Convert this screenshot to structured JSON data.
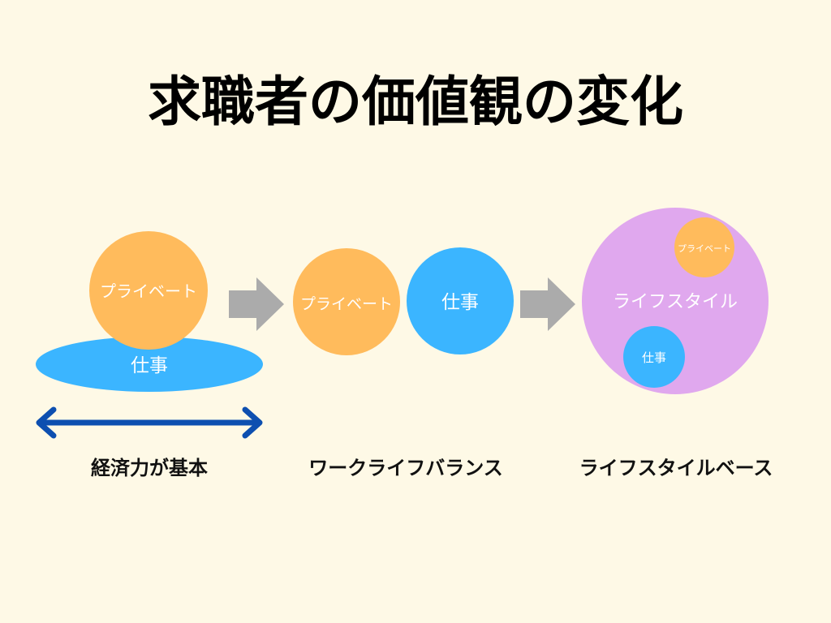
{
  "title": "求職者の価値観の変化",
  "stages": [
    {
      "private": "プライベート",
      "work": "仕事",
      "caption": "経済力が基本"
    },
    {
      "private": "プライベート",
      "work": "仕事",
      "caption": "ワークライフバランス"
    },
    {
      "lifestyle": "ライフスタイル",
      "private": "プライベート",
      "work": "仕事",
      "caption": "ライフスタイルベース"
    }
  ],
  "colors": {
    "background": "#FEF9E6",
    "private": "#FFBB5C",
    "work": "#3BB5FF",
    "lifestyle": "#E0A8EE",
    "double_arrow": "#0D4FB0",
    "flow_arrow": "#ABABAB"
  }
}
